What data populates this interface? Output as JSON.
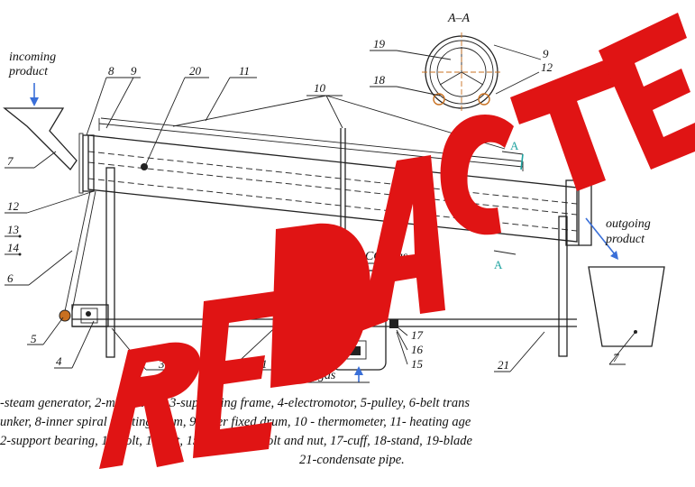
{
  "labels": {
    "incoming_1": "incoming",
    "incoming_2": "product",
    "outgoing_1": "outgoing",
    "outgoing_2": "product",
    "section": "A–A",
    "cut_mark": "A",
    "co2": "CO₂ gas",
    "ch4": "CH₄ gas"
  },
  "numbers": {
    "n1": "1",
    "n2": "2",
    "n3": "3",
    "n4": "4",
    "n5": "5",
    "n6": "6",
    "n7a": "7",
    "n7b": "7",
    "n8": "8",
    "n9a": "9",
    "n9b": "9",
    "n10": "10",
    "n11": "11",
    "n12a": "12",
    "n12b": "12",
    "n13": "13",
    "n14": "14",
    "n15": "15",
    "n16": "16",
    "n17": "17",
    "n18": "18",
    "n19": "19",
    "n20": "20",
    "n21": "21"
  },
  "caption": {
    "line1": "-steam generator, 2-monometer, 3-supporting frame, 4-electromotor, 5-pulley, 6-belt trans",
    "line2": "unker, 8-inner spiral rotating drum, 9-outer fixed drum, 10 - thermometer, 11- heating age",
    "line3": "2-support bearing, 13-bolt, 14-nut, 15-flange, 16-bolt and nut, 17-cuff, 18-stand, 19-blade",
    "line4": "21-condensate pipe."
  },
  "colors": {
    "redaction": "#e01414",
    "accent_blue": "#3a6fd8",
    "cut_arrow": "#1fa3a0"
  }
}
